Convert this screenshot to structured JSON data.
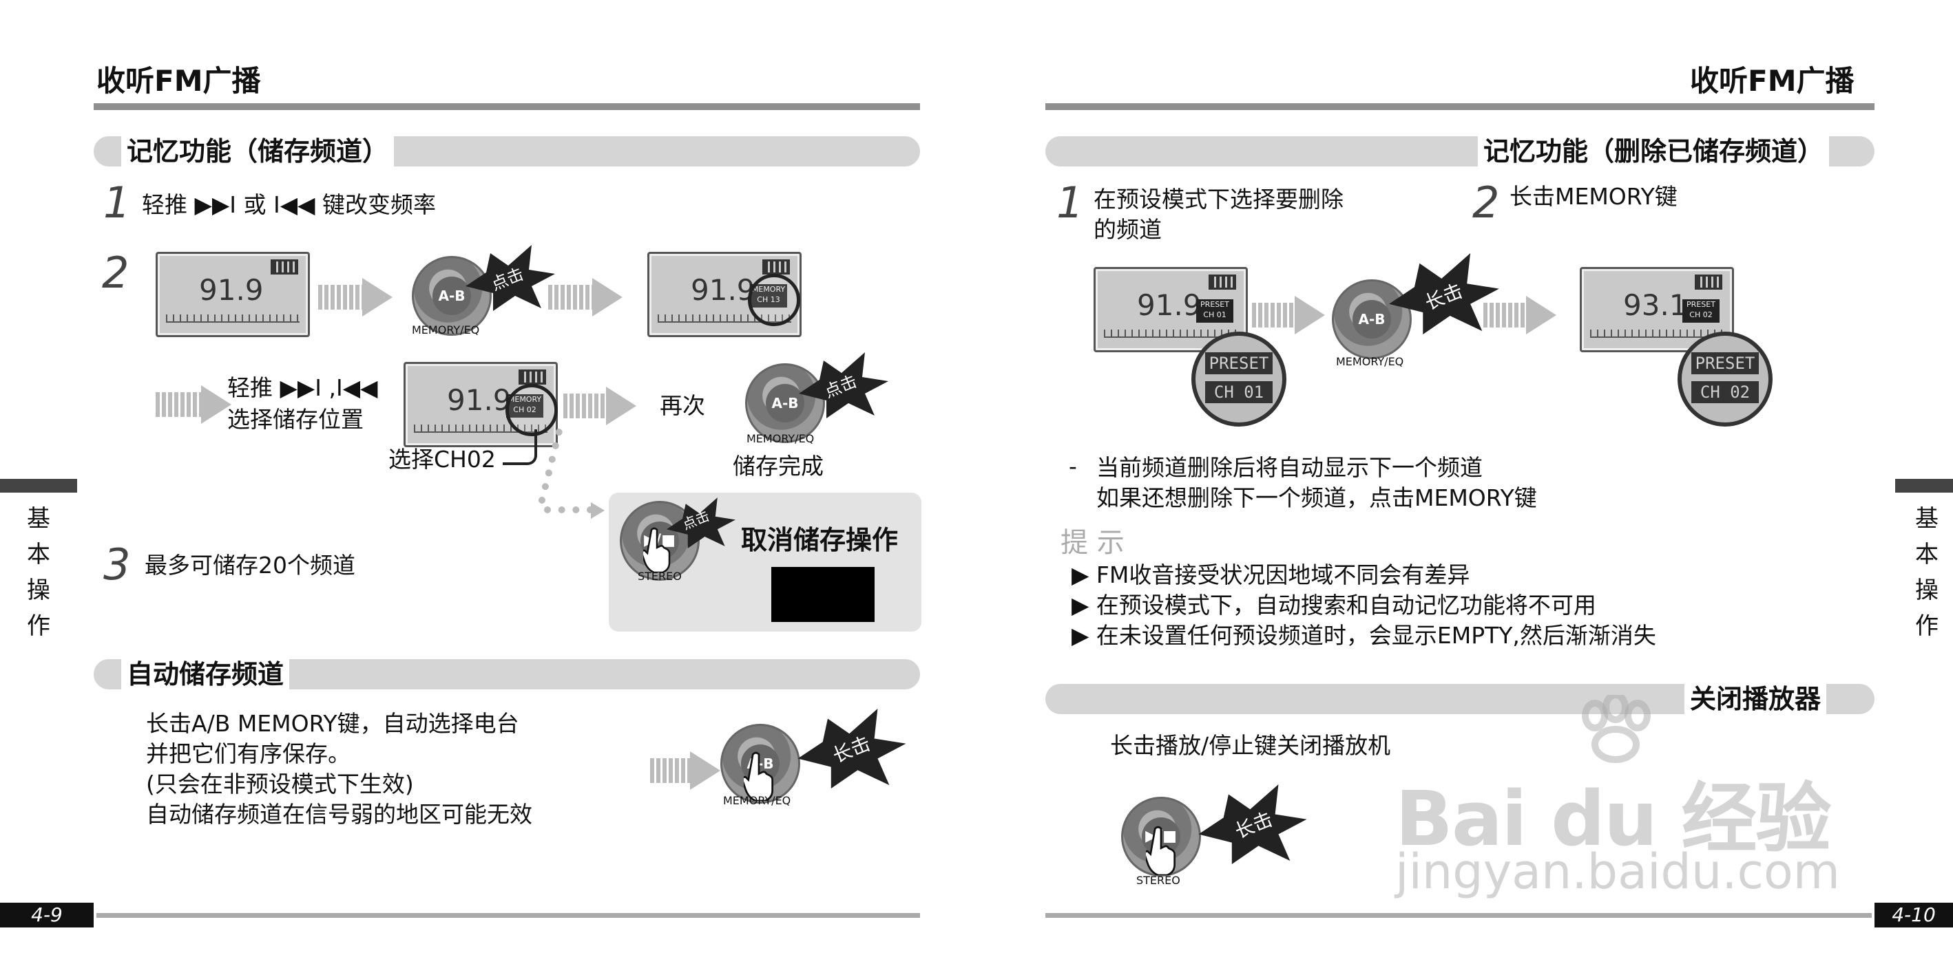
{
  "left": {
    "header_title": "收听FM广播",
    "section1": {
      "title": "记忆功能（储存频道）",
      "step1_num": "1",
      "step1_a": "轻推 ",
      "step1_b": " 或 ",
      "step1_c": " 键改变频率",
      "step2_num": "2",
      "lcd_freq": "91.9",
      "lcd2_tag": "MEMORY\nCH 13",
      "lcd3_tag": "MEMORY\nCH 02",
      "btn_label": "A-B",
      "btn_caption": "MEMORY/EQ",
      "burst_click": "点击",
      "nudge_line1": "轻推 ",
      "nudge_line1b": " ,",
      "nudge_line2": "选择储存位置",
      "select_ch": "选择CH02",
      "again": "再次",
      "store_done": "储存完成",
      "cancel_title": "取消储存操作",
      "stereo_caption": "STEREO",
      "step3_num": "3",
      "step3_text": "最多可储存20个频道"
    },
    "section2": {
      "title": "自动储存频道",
      "lines": [
        "长击A/B MEMORY键，自动选择电台",
        "并把它们有序保存。",
        "(只会在非预设模式下生效)",
        "自动储存频道在信号弱的地区可能无效"
      ],
      "burst_long": "长击"
    },
    "side_label": [
      "基",
      "本",
      "操",
      "作"
    ],
    "page_num": "4-9"
  },
  "right": {
    "header_title": "收听FM广播",
    "section1": {
      "title": "记忆功能（删除已储存频道）",
      "step1_num": "1",
      "step1_lines": [
        "在预设模式下选择要删除",
        "的频道"
      ],
      "step2_num": "2",
      "step2_text": "长击MEMORY键",
      "lcd1_freq": "91.9",
      "lcd1_tag": "PRESET\nCH 01",
      "lcd2_freq": "93.1",
      "lcd2_tag": "PRESET\nCH 02",
      "zoom1": [
        "PRESET",
        "CH 01"
      ],
      "zoom2": [
        "PRESET",
        "CH 02"
      ],
      "btn_label": "A-B",
      "btn_caption": "MEMORY/EQ",
      "burst_long": "长击",
      "note_bullet": "-",
      "note_lines": [
        "当前频道删除后将自动显示下一个频道",
        "如果还想删除下一个频道，点击MEMORY键"
      ],
      "tips_title": "提 示",
      "tips": [
        "FM收音接受状况因地域不同会有差异",
        "在预设模式下，自动搜索和自动记忆功能将不可用",
        "在未设置任何预设频道时，会显示EMPTY,然后渐渐消失"
      ]
    },
    "section2": {
      "title": "关闭播放器",
      "text": "长击播放/停止键关闭播放机",
      "burst_long": "长击",
      "stereo_caption": "STEREO"
    },
    "watermark_line1": "Bai du 经验",
    "watermark_line2": "jingyan.baidu.com",
    "side_label": [
      "基",
      "本",
      "操",
      "作"
    ],
    "page_num": "4-10"
  }
}
